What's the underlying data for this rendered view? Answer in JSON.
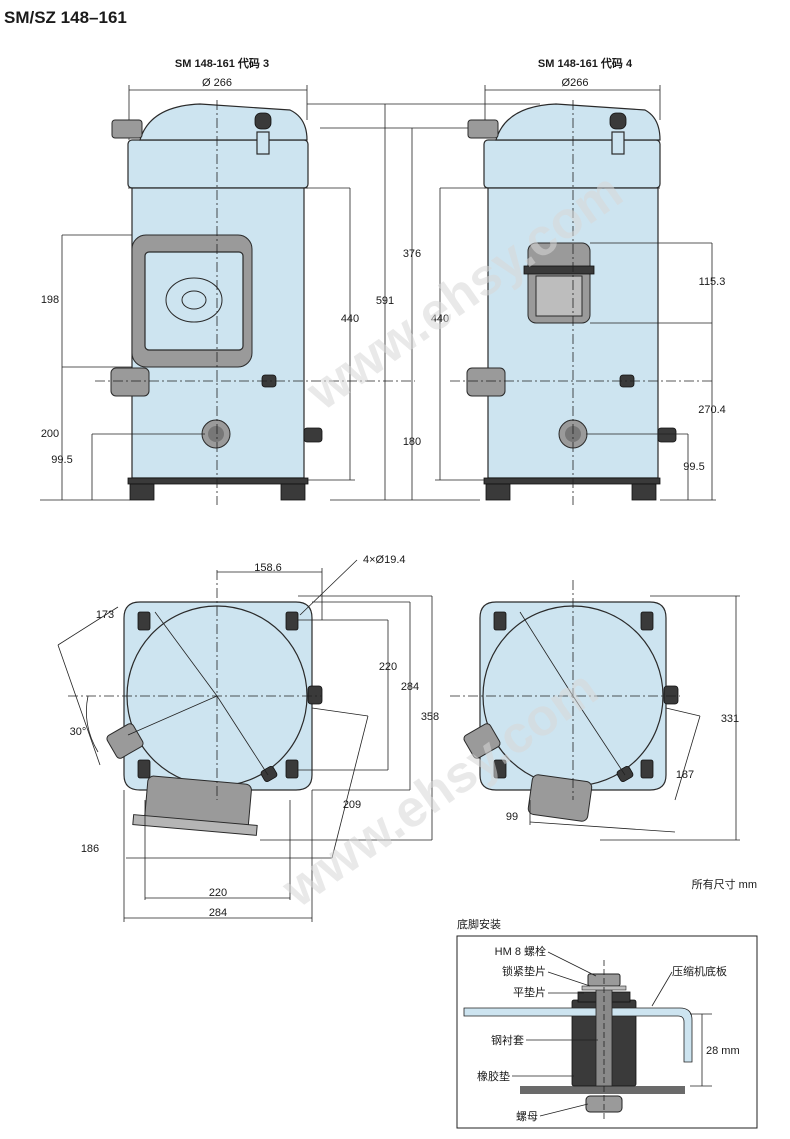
{
  "title": "SM/SZ 148–161",
  "views": {
    "code3_label": "SM 148-161 代码 3",
    "code4_label": "SM 148-161 代码 4"
  },
  "dims": {
    "d266_a": "Ø 266",
    "d266_b": "Ø266",
    "v198": "198",
    "v200": "200",
    "v99_5_a": "99.5",
    "v440_a": "440",
    "v376": "376",
    "v591": "591",
    "v180": "180",
    "v440_b": "440",
    "v115_3": "115.3",
    "v270_4": "270.4",
    "v99_5_b": "99.5",
    "v158_6": "158.6",
    "holes": "4×Ø19.4",
    "v173": "173",
    "v30": "30°",
    "v220_a": "220",
    "v284_a": "284",
    "v358": "358",
    "v209": "209",
    "v186": "186",
    "v220_b": "220",
    "v284_b": "284",
    "v331": "331",
    "v187": "187",
    "v99": "99"
  },
  "units_note": "所有尺寸 mm",
  "detail": {
    "title": "底脚安装",
    "bolt": "HM 8 螺栓",
    "lock_washer": "锁紧垫片",
    "flat_washer": "平垫片",
    "steel_sleeve": "钢衬套",
    "rubber": "橡胶垫",
    "nut": "螺母",
    "base_plate": "压缩机底板",
    "height": "28 mm"
  },
  "watermark": "www.ehsy.com",
  "colors": {
    "body": "#cde4f0",
    "dark": "#3a3a3a",
    "grey": "#9a9a9a"
  }
}
